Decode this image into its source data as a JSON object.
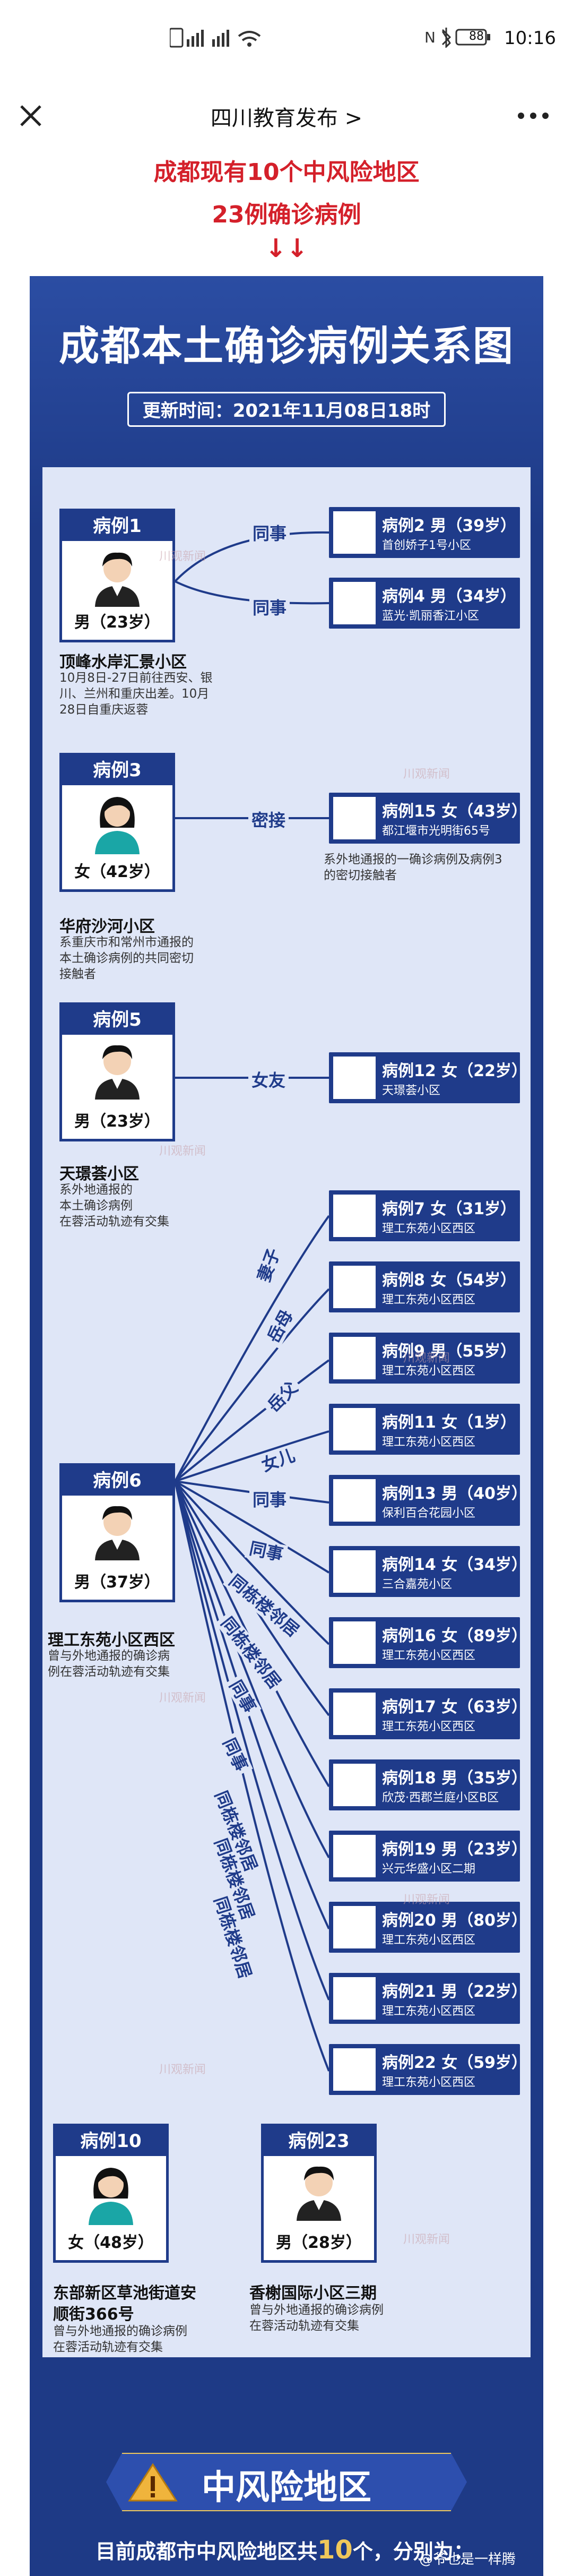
{
  "status_bar": {
    "time": "10:16",
    "battery": "88"
  },
  "nav": {
    "title": "四川教育发布 >"
  },
  "banner": {
    "line1": "成都现有10个中风险地区",
    "line2": "23例确诊病例",
    "arrows": "↓↓"
  },
  "poster": {
    "title": "成都本土确诊病例关系图",
    "update": "更新时间：2021年11月08日18时"
  },
  "cases": {
    "c1": {
      "label": "病例1",
      "gender_age": "男（23岁）",
      "location": "顶峰水岸汇景小区",
      "desc": [
        "10月8日-27日前往西安、银",
        "川、兰州和重庆出差。10月",
        "28日自重庆返蓉"
      ]
    },
    "c3": {
      "label": "病例3",
      "gender_age": "女（42岁）",
      "location": "华府沙河小区",
      "desc": [
        "系重庆市和常州市通报的",
        "本土确诊病例的共同密切",
        "接触者"
      ]
    },
    "c5": {
      "label": "病例5",
      "gender_age": "男（23岁）",
      "location": "天璟荟小区",
      "desc": [
        "系外地通报的",
        "本土确诊病例",
        "在蓉活动轨迹有交集"
      ]
    },
    "c6": {
      "label": "病例6",
      "gender_age": "男（37岁）",
      "location": "理工东苑小区西区",
      "desc": [
        "曾与外地通报的确诊病",
        "例在蓉活动轨迹有交集"
      ]
    },
    "c10": {
      "label": "病例10",
      "gender_age": "女（48岁）",
      "location": "东部新区草池街道安",
      "location2": "顺街366号",
      "desc": [
        "曾与外地通报的确诊病例",
        "在蓉活动轨迹有交集"
      ]
    },
    "c23": {
      "label": "病例23",
      "gender_age": "男（28岁）",
      "location": "香榭国际小区三期",
      "desc": [
        "曾与外地通报的确诊病例",
        "在蓉活动轨迹有交集"
      ]
    }
  },
  "pills": [
    {
      "title": "病例2 男（39岁）",
      "sub": "首创娇子1号小区"
    },
    {
      "title": "病例4 男（34岁）",
      "sub": "蓝光·凯丽香江小区"
    },
    {
      "title": "病例15 女（43岁）",
      "sub": "都江堰市光明街65号"
    },
    {
      "title": "病例12 女（22岁）",
      "sub": "天璟荟小区"
    },
    {
      "title": "病例7 女（31岁）",
      "sub": "理工东苑小区西区"
    },
    {
      "title": "病例8 女（54岁）",
      "sub": "理工东苑小区西区"
    },
    {
      "title": "病例9 男（55岁）",
      "sub": "理工东苑小区西区"
    },
    {
      "title": "病例11 女（1岁）",
      "sub": "理工东苑小区西区"
    },
    {
      "title": "病例13 男（40岁）",
      "sub": "保利百合花园小区"
    },
    {
      "title": "病例14 女（34岁）",
      "sub": "三合嘉苑小区"
    },
    {
      "title": "病例16 女（89岁）",
      "sub": "理工东苑小区西区"
    },
    {
      "title": "病例17 女（63岁）",
      "sub": "理工东苑小区西区"
    },
    {
      "title": "病例18 男（35岁）",
      "sub": "欣茂·西郡兰庭小区B区"
    },
    {
      "title": "病例19 男（23岁）",
      "sub": "兴元华盛小区二期"
    },
    {
      "title": "病例20 男（80岁）",
      "sub": "理工东苑小区西区"
    },
    {
      "title": "病例21 男（22岁）",
      "sub": "理工东苑小区西区"
    },
    {
      "title": "病例22 女（59岁）",
      "sub": "理工东苑小区西区"
    }
  ],
  "notes": {
    "c15": [
      "系外地通报的一确诊病例及病例3",
      "的密切接触者"
    ]
  },
  "relations": {
    "colleague": "同事",
    "close_contact": "密接",
    "girlfriend": "女友",
    "wife": "妻子",
    "mother_in_law": "岳母",
    "father_in_law": "岳父",
    "daughter": "女儿",
    "neighbor": "同栋楼邻居"
  },
  "bottom": {
    "badge": "中风险地区",
    "text_a": "目前成都市中风险地区共",
    "count": "10",
    "text_b": "个，分别为：",
    "watermark": "川观新闻",
    "credit": "@爷也是一样腾"
  },
  "colors": {
    "navy": "#1f3b8a",
    "banner_red": "#d4202a",
    "panel": "#dfe6f7"
  }
}
